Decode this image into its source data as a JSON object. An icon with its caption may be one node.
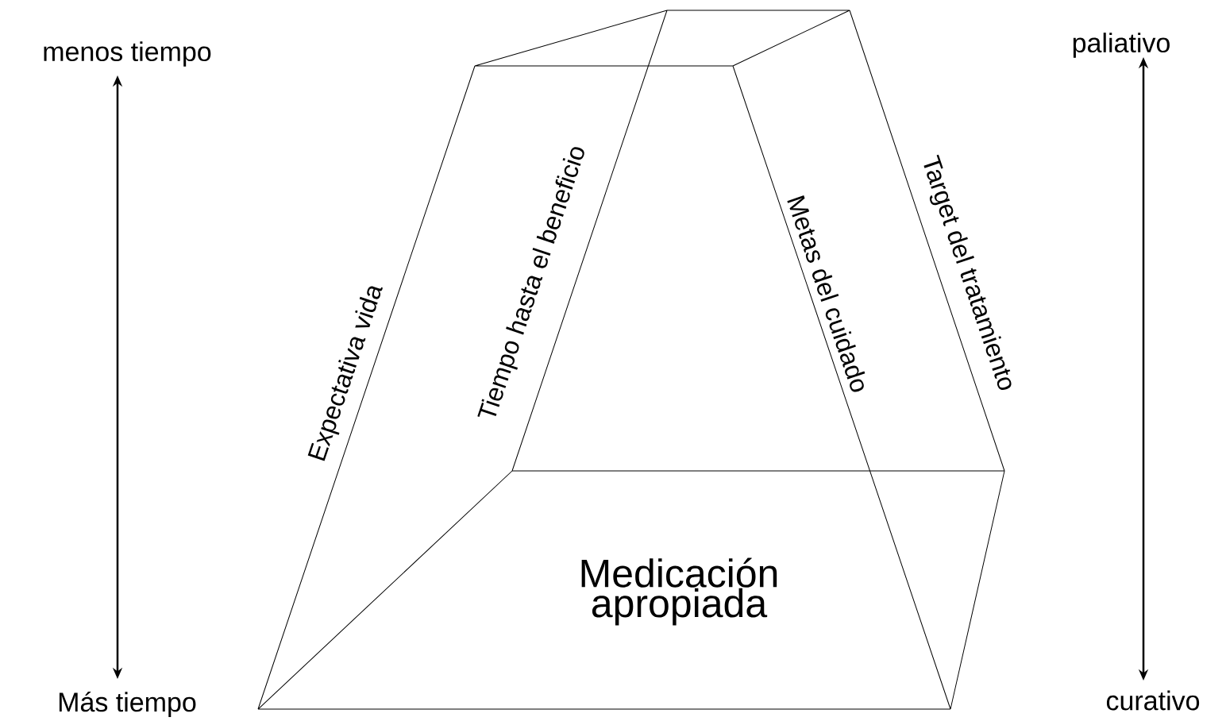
{
  "diagram": {
    "labels": [
      "menos tiempo",
      "paliativo",
      "Tiempo hasta el beneficio",
      "Target del tratamiento",
      "Metas del cuidado",
      "Expectativa vida",
      "Medicación apropiada",
      "Más tiempo",
      "curativo"
    ]
  }
}
